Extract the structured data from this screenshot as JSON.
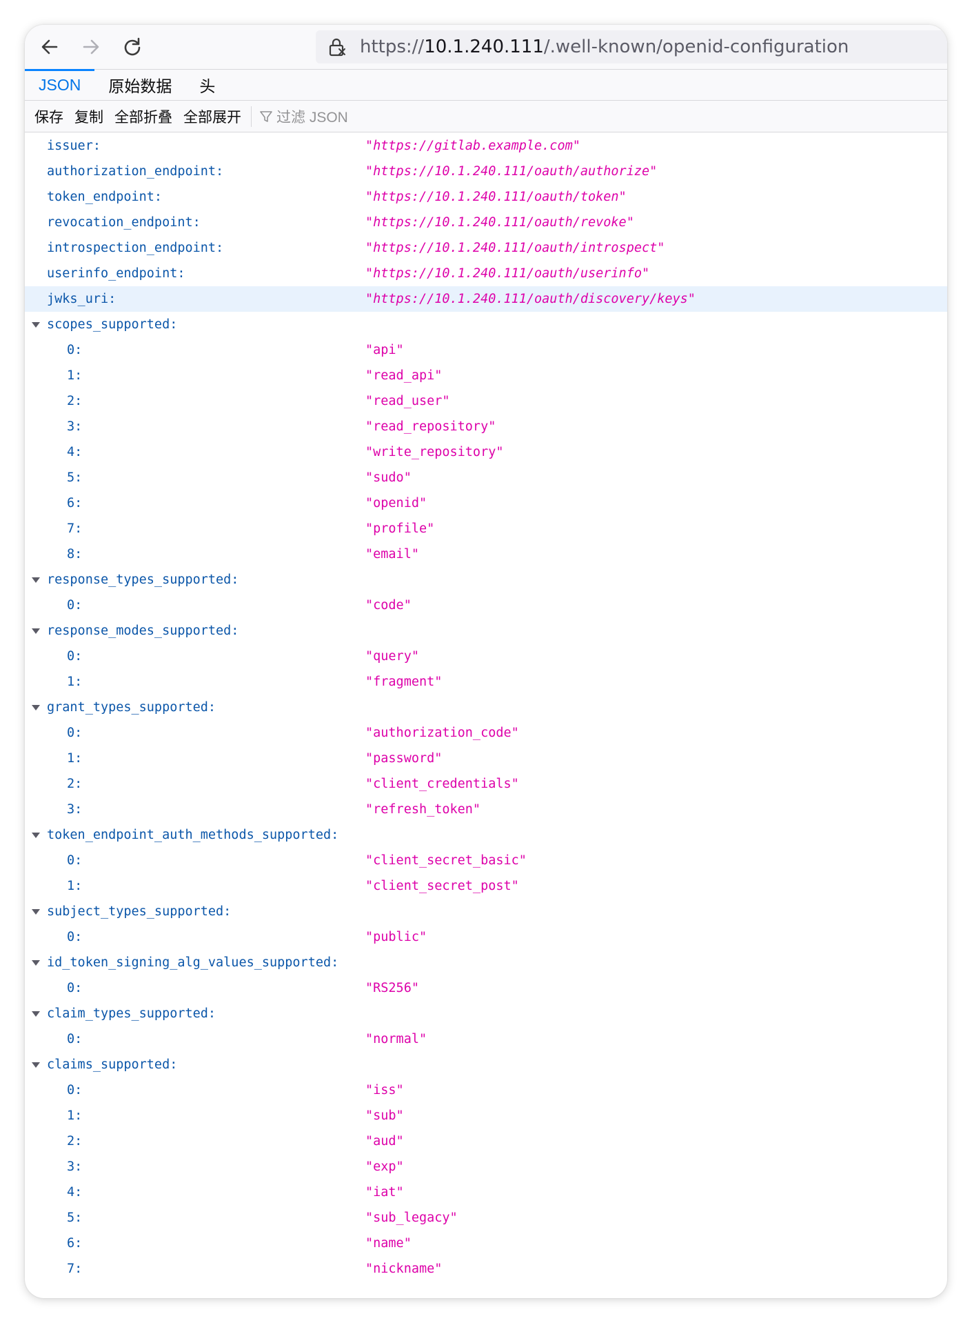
{
  "browser": {
    "back_icon": "arrow-left-icon",
    "forward_icon": "arrow-right-icon",
    "reload_icon": "reload-icon",
    "url_scheme": "https://",
    "url_host": "10.1.240.111",
    "url_path": "/.well-known/openid-configuration"
  },
  "viewer": {
    "tabs": [
      {
        "label": "JSON",
        "active": true
      },
      {
        "label": "原始数据",
        "active": false
      },
      {
        "label": "头",
        "active": false
      }
    ],
    "toolbar": {
      "save": "保存",
      "copy": "复制",
      "collapse_all": "全部折叠",
      "expand_all": "全部展开",
      "filter_placeholder": "过滤 JSON"
    }
  },
  "json": {
    "urls": [
      {
        "key": "issuer:",
        "value": "\"https://gitlab.example.com\""
      },
      {
        "key": "authorization_endpoint:",
        "value": "\"https://10.1.240.111/oauth/authorize\""
      },
      {
        "key": "token_endpoint:",
        "value": "\"https://10.1.240.111/oauth/token\""
      },
      {
        "key": "revocation_endpoint:",
        "value": "\"https://10.1.240.111/oauth/revoke\""
      },
      {
        "key": "introspection_endpoint:",
        "value": "\"https://10.1.240.111/oauth/introspect\""
      },
      {
        "key": "userinfo_endpoint:",
        "value": "\"https://10.1.240.111/oauth/userinfo\""
      },
      {
        "key": "jwks_uri:",
        "value": "\"https://10.1.240.111/oauth/discovery/keys\"",
        "selected": true
      }
    ],
    "arrays": [
      {
        "key": "scopes_supported:",
        "items": [
          "\"api\"",
          "\"read_api\"",
          "\"read_user\"",
          "\"read_repository\"",
          "\"write_repository\"",
          "\"sudo\"",
          "\"openid\"",
          "\"profile\"",
          "\"email\""
        ]
      },
      {
        "key": "response_types_supported:",
        "items": [
          "\"code\""
        ]
      },
      {
        "key": "response_modes_supported:",
        "items": [
          "\"query\"",
          "\"fragment\""
        ]
      },
      {
        "key": "grant_types_supported:",
        "items": [
          "\"authorization_code\"",
          "\"password\"",
          "\"client_credentials\"",
          "\"refresh_token\""
        ]
      },
      {
        "key": "token_endpoint_auth_methods_supported:",
        "items": [
          "\"client_secret_basic\"",
          "\"client_secret_post\""
        ]
      },
      {
        "key": "subject_types_supported:",
        "items": [
          "\"public\""
        ]
      },
      {
        "key": "id_token_signing_alg_values_supported:",
        "items": [
          "\"RS256\""
        ]
      },
      {
        "key": "claim_types_supported:",
        "items": [
          "\"normal\""
        ]
      },
      {
        "key": "claims_supported:",
        "items": [
          "\"iss\"",
          "\"sub\"",
          "\"aud\"",
          "\"exp\"",
          "\"iat\"",
          "\"sub_legacy\"",
          "\"name\"",
          "\"nickname\""
        ]
      }
    ]
  }
}
